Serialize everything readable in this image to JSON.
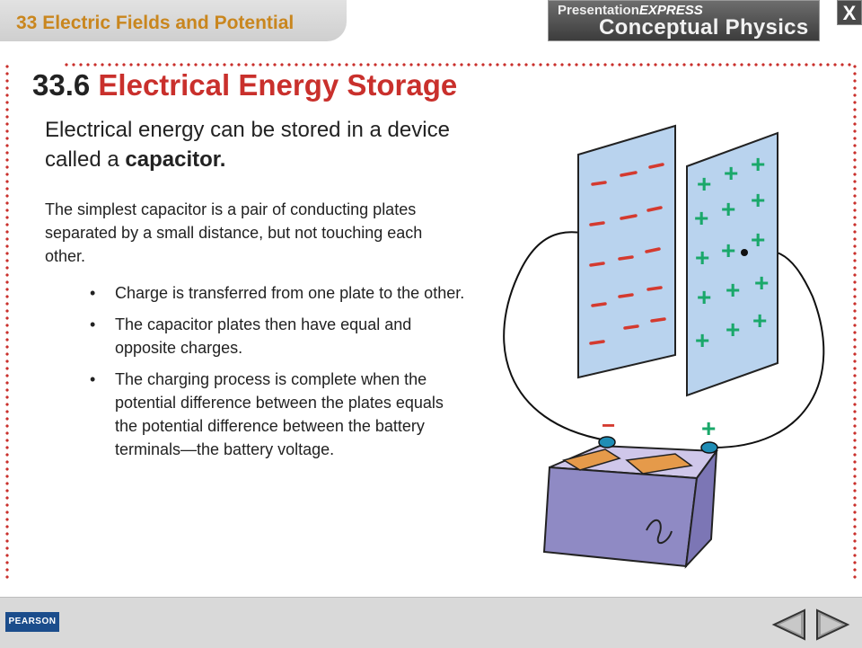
{
  "header": {
    "chapter_title": "33 Electric Fields and Potential",
    "logo_top_prefix": "Presentation",
    "logo_top_emphasis": "EXPRESS",
    "logo_main": "Conceptual Physics",
    "close_label": "X"
  },
  "section": {
    "number": "33.6",
    "name": "Electrical Energy Storage"
  },
  "intro": {
    "text": "Electrical energy can be stored in a device called a ",
    "emphasis": "capacitor."
  },
  "paragraph": "The simplest capacitor is a pair of conducting plates separated by a small distance, but not touching each other.",
  "bullets": [
    "Charge is transferred from one plate to the other.",
    "The capacitor plates then have equal and opposite charges.",
    "The charging process is complete when the potential difference between the plates equals the potential difference between the battery terminals—the battery voltage."
  ],
  "figure": {
    "terminal_negative": "−",
    "terminal_positive": "+"
  },
  "footer": {
    "publisher_logo": "PEARSON"
  },
  "colors": {
    "accent_red": "#c9302c",
    "chapter_orange": "#c9861e",
    "plate_blue": "#b9d3ee",
    "charge_red": "#d43a2f",
    "charge_green": "#1aa86a",
    "battery_purple": "#8f8ac4",
    "terminal_orange": "#e59a4a",
    "terminal_cap_teal": "#1f8db5"
  },
  "icons": {
    "prev": "back-arrow-icon",
    "next": "forward-arrow-icon"
  }
}
